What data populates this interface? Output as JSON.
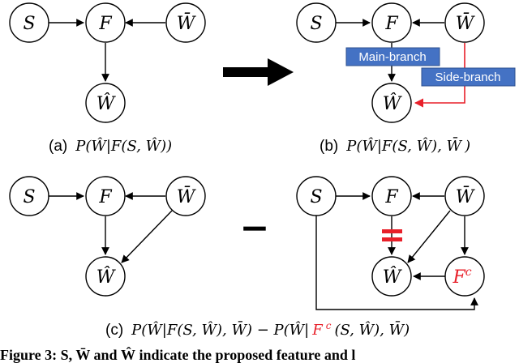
{
  "nodes": {
    "S": "S",
    "F": "F",
    "W_bar": "W̄",
    "W_hat": "Ŵ",
    "F_c": "F"
  },
  "superscript_c": "c",
  "labels": {
    "main_branch": "Main-branch",
    "side_branch": "Side-branch"
  },
  "captions": {
    "a_prefix": "(a)",
    "a_formula": "P(Ŵ|F(S, Ŵ))",
    "b_prefix": "(b)",
    "b_formula_part1": "P(Ŵ|F(S, Ŵ), ",
    "b_formula_red": "W̄",
    "b_formula_part2": ")",
    "c_prefix": "(c)",
    "c_formula_part1": "P(Ŵ|F(S, Ŵ), W̄) − P(Ŵ|",
    "c_formula_red": "F",
    "c_formula_red_sup": "c",
    "c_formula_part2": "(S, Ŵ), W̄)"
  },
  "minus_sign": "−",
  "footer_text": "Figure 3: S, W̄ and Ŵ indicate the proposed feature and l",
  "colors": {
    "accent_red": "#e8202a",
    "box_blue": "#4472c4",
    "box_border": "#2f528f"
  }
}
